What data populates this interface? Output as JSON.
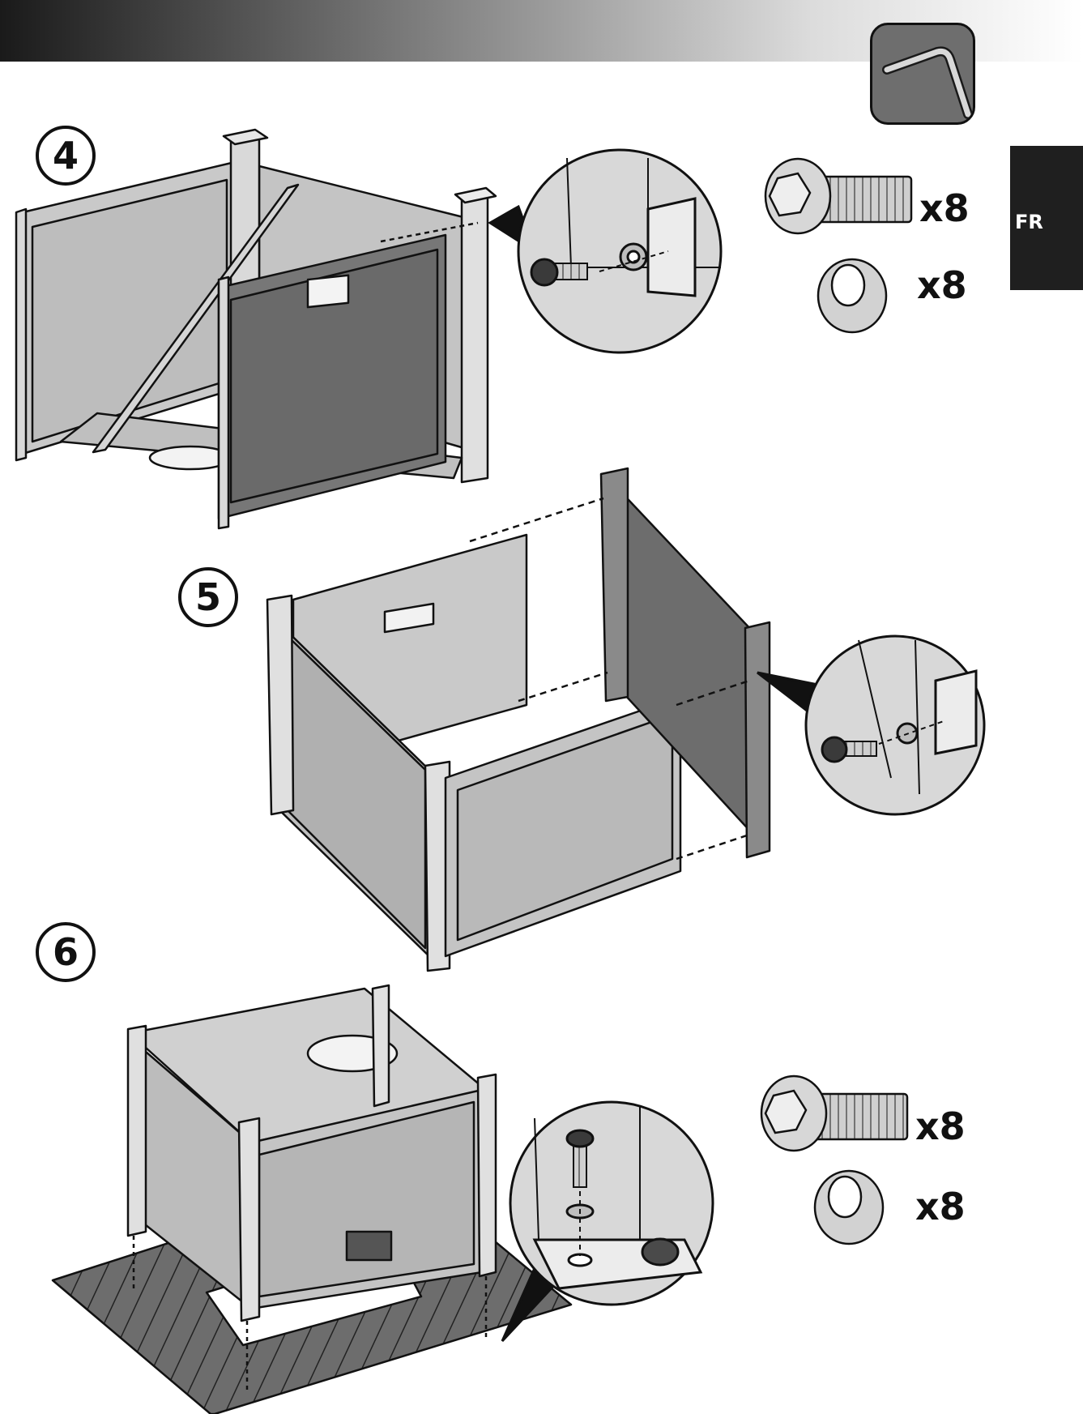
{
  "language_tab": "FR",
  "steps": [
    {
      "number": "4",
      "hardware": {
        "bolt_qty": "x8",
        "washer_qty": "x8"
      }
    },
    {
      "number": "5"
    },
    {
      "number": "6",
      "hardware": {
        "bolt_qty": "x8",
        "washer_qty": "x8"
      }
    }
  ],
  "tool": {
    "icon": "hex-key-icon"
  }
}
